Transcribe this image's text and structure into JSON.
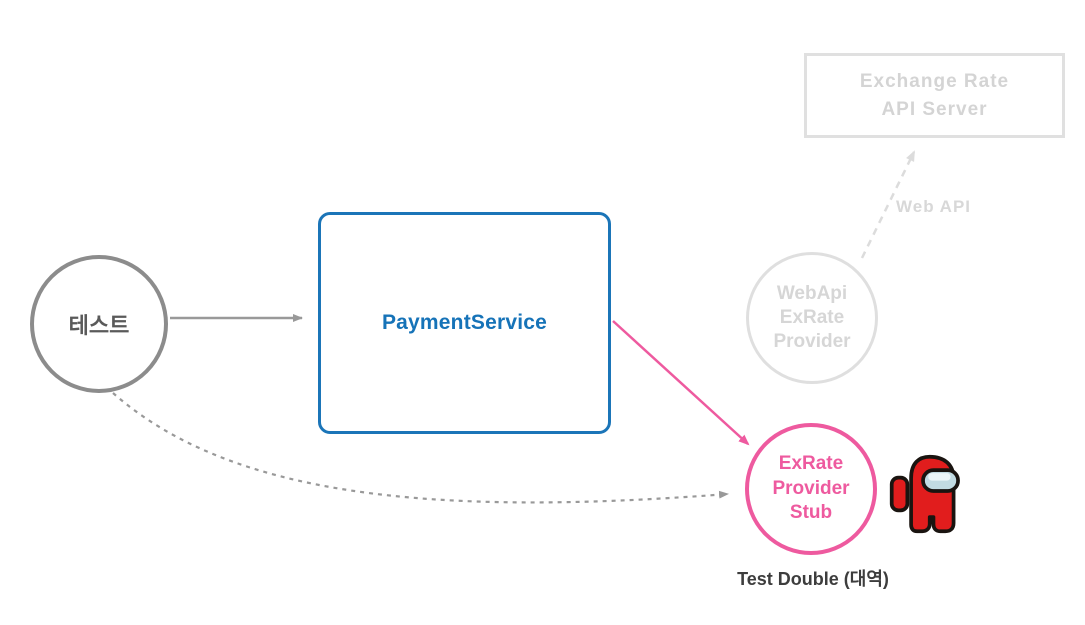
{
  "diagram": {
    "title": "PaymentService test-double dependency diagram",
    "test_circle": {
      "label": "테스트"
    },
    "payment_box": {
      "label": "PaymentService"
    },
    "webapi_circle": {
      "line1": "WebApi",
      "line2": "ExRate",
      "line3": "Provider"
    },
    "exchange_box": {
      "line1": "Exchange Rate",
      "line2": "API Server"
    },
    "web_api_arrow_label": "Web API",
    "stub_circle": {
      "line1": "ExRate",
      "line2": "Provider",
      "line3": "Stub"
    },
    "stub_caption": "Test Double (대역)",
    "icons": {
      "crewmate": "among-us-crewmate-icon"
    },
    "colors": {
      "payment_blue": "#1673b8",
      "stub_pink": "#ee5a9f",
      "arrow_gray": "#999999",
      "node_gray": "#8c8c8c",
      "ghost_gray": "#dcdcdc",
      "caption_dark": "#3d3d3d",
      "crewmate_red": "#e11d1d",
      "visor_blue": "#c2dbe2",
      "background": "#ffffff"
    }
  }
}
